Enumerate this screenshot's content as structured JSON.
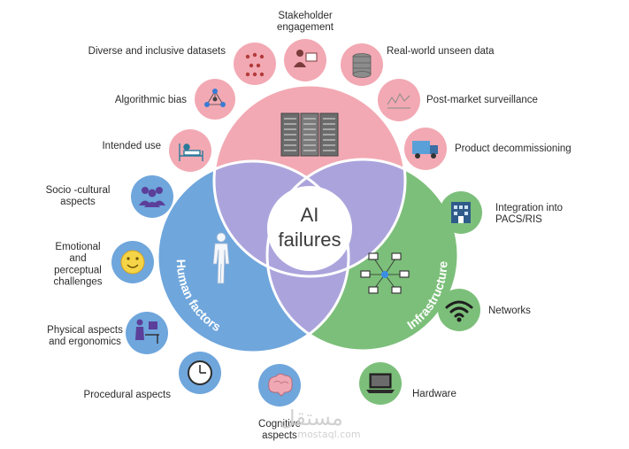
{
  "center": {
    "line1": "AI",
    "line2": "failures"
  },
  "circles": {
    "ai_model": {
      "title": "AI model",
      "color": "#f2a9b3"
    },
    "human_factors": {
      "title": "Human factors",
      "color": "#6fa6dc"
    },
    "infrastructure": {
      "title": "Infrastructure",
      "color": "#7cbf7a"
    },
    "overlap_color": "#aba4dc"
  },
  "ai_model_items": [
    {
      "label_lines": [
        "Stakeholder",
        "engagement"
      ],
      "icon": "stakeholder-engagement-icon"
    },
    {
      "label_lines": [
        "Diverse and inclusive datasets"
      ],
      "icon": "diverse-people-icon"
    },
    {
      "label_lines": [
        "Real-world unseen data"
      ],
      "icon": "database-icon"
    },
    {
      "label_lines": [
        "Algorithmic bias"
      ],
      "icon": "network-bias-icon"
    },
    {
      "label_lines": [
        "Post-market surveillance"
      ],
      "icon": "surveillance-chart-icon"
    },
    {
      "label_lines": [
        "Intended use"
      ],
      "icon": "hospital-bed-icon"
    },
    {
      "label_lines": [
        "Product decommissioning"
      ],
      "icon": "truck-icon"
    }
  ],
  "human_items": [
    {
      "label_lines": [
        "Socio -cultural",
        "aspects"
      ],
      "icon": "people-group-icon"
    },
    {
      "label_lines": [
        "Emotional",
        "and",
        "perceptual",
        "challenges"
      ],
      "icon": "smiley-face-icon"
    },
    {
      "label_lines": [
        "Physical aspects",
        "and ergonomics"
      ],
      "icon": "desk-worker-icon"
    },
    {
      "label_lines": [
        "Procedural aspects"
      ],
      "icon": "clock-icon"
    },
    {
      "label_lines": [
        "Cognitive",
        "aspects"
      ],
      "icon": "brain-icon"
    }
  ],
  "infra_items": [
    {
      "label_lines": [
        "Integration into",
        "PACS/RIS"
      ],
      "icon": "hospital-building-icon"
    },
    {
      "label_lines": [
        "Networks"
      ],
      "icon": "wifi-icon"
    },
    {
      "label_lines": [
        "Hardware"
      ],
      "icon": "laptop-icon"
    }
  ],
  "watermark": {
    "arabic": "مستقل",
    "latin": "mostaql.com"
  }
}
